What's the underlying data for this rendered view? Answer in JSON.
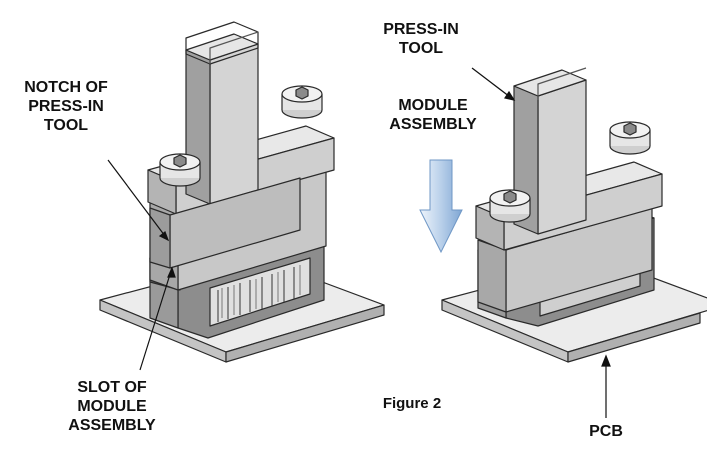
{
  "labels": {
    "notch": [
      "NOTCH OF",
      "PRESS-IN",
      "TOOL"
    ],
    "slot": [
      "SLOT OF",
      "MODULE",
      "ASSEMBLY"
    ],
    "press_in_tool": [
      "PRESS-IN",
      "TOOL"
    ],
    "module_assembly": [
      "MODULE",
      "ASSEMBLY"
    ],
    "figure": "Figure 2",
    "pcb": "PCB"
  },
  "colors": {
    "outline": "#2a2a2a",
    "tool_front": "#c9c9c9",
    "tool_side": "#9e9e9e",
    "tool_top": "#e4e4e4",
    "module_front": "#d2d2d2",
    "module_side": "#a8a8a8",
    "pcb_top": "#ececec",
    "pcb_edge": "#bdbdbd",
    "arrow_light": "#dbe8f6",
    "arrow_dark": "#7fa6d3"
  }
}
